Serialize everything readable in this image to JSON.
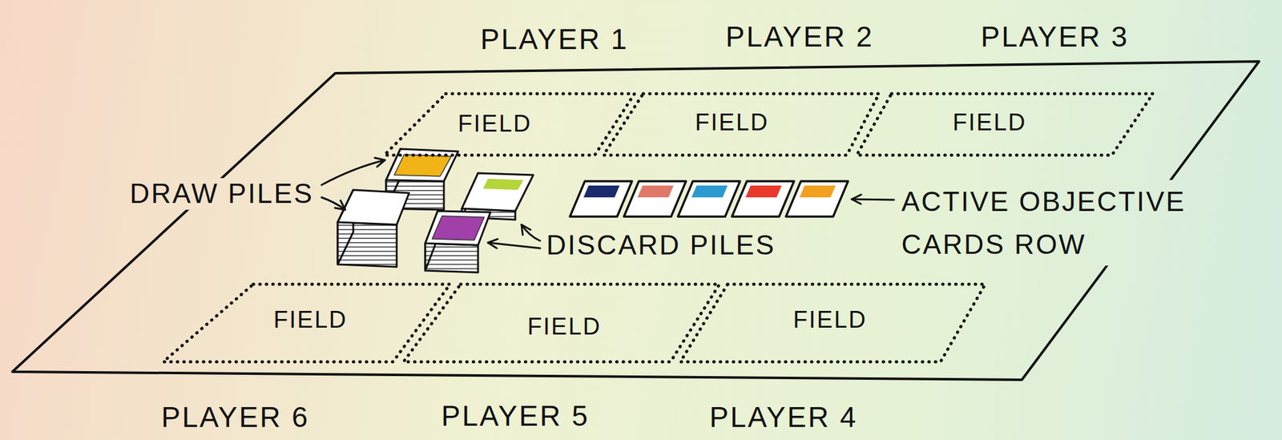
{
  "diagram": {
    "nodes": [
      {
        "text": [
          "FIELD"
        ]
      },
      {
        "text": [
          "FIELD"
        ]
      },
      {
        "text": [
          "FIELD"
        ]
      },
      {
        "text": [
          "FIELD"
        ]
      },
      {
        "text": [
          "FIELD"
        ]
      },
      {
        "text": [
          "FIELD"
        ]
      }
    ],
    "labels": [
      "PLAYER 1",
      "PLAYER 2",
      "PLAYER 3",
      "DRAW PILES",
      "DISCARD PILES",
      "ACTIVE OBJECTIVE CARDS ROW",
      "PLAYER 6",
      "PLAYER 5",
      "PLAYER 4"
    ]
  }
}
